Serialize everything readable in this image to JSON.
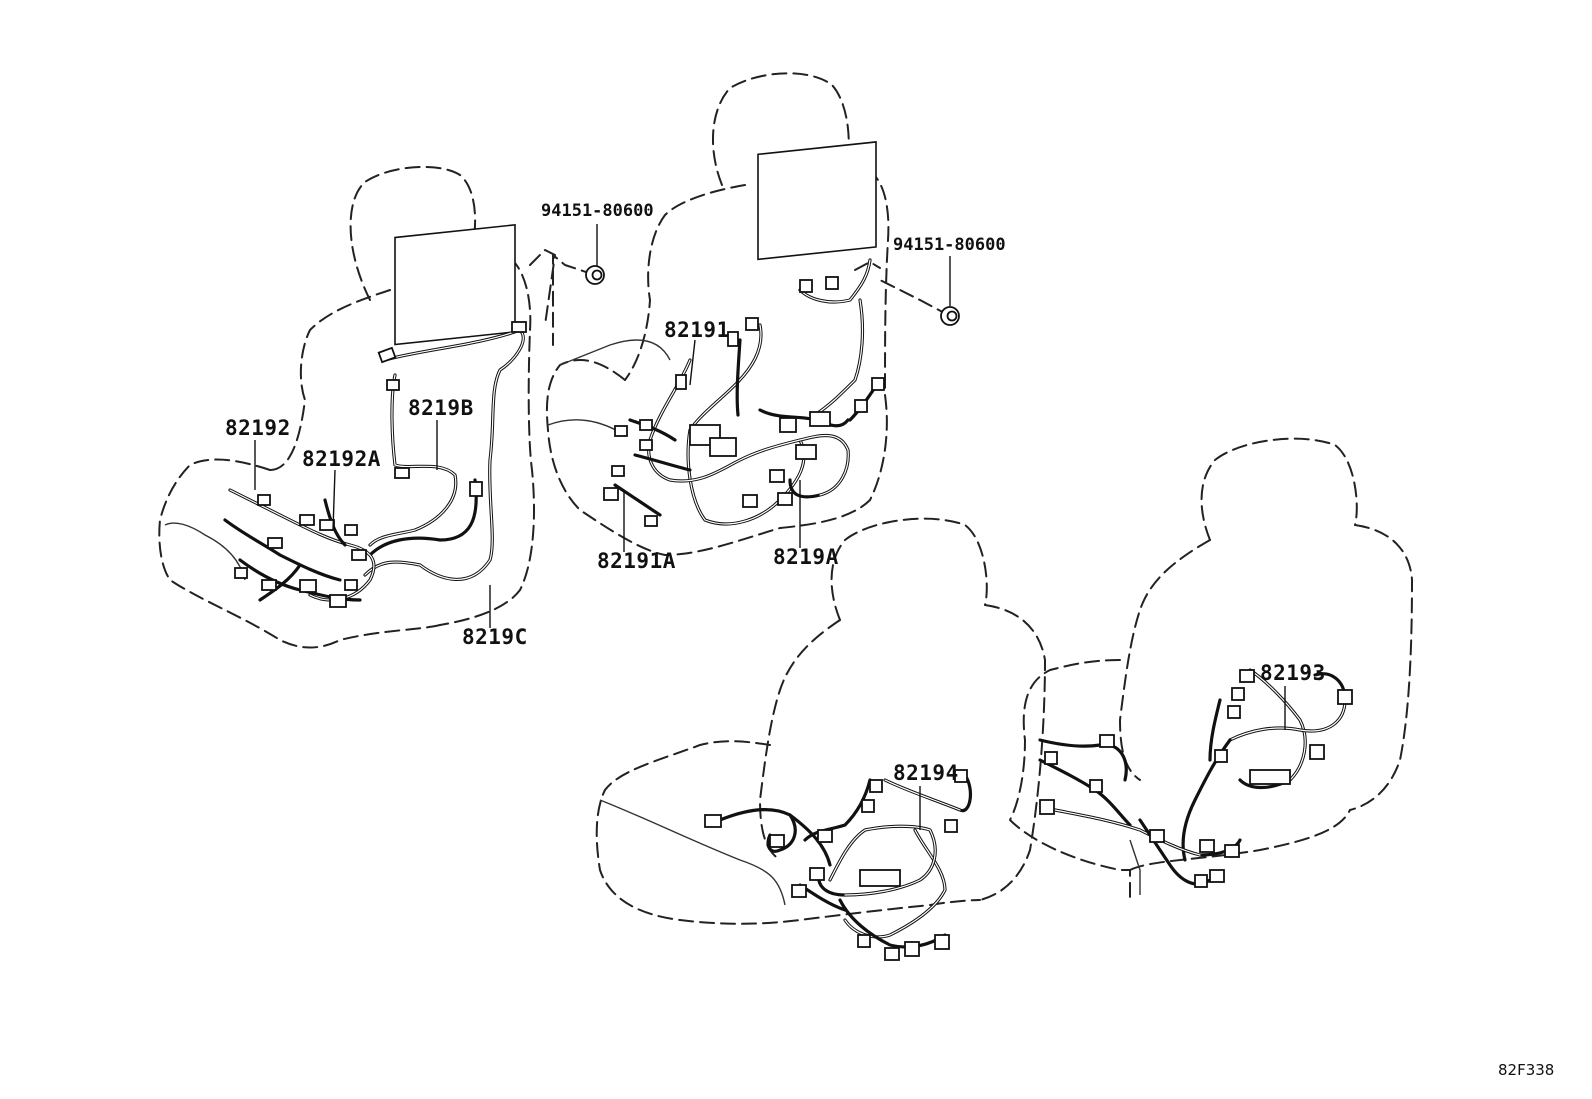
{
  "labels": {
    "p82192": "82192",
    "p82192A": "82192A",
    "p8219B": "8219B",
    "p8219C": "8219C",
    "p82191": "82191",
    "p82191A": "82191A",
    "p8219A": "8219A",
    "p94151_left": "94151-80600",
    "p94151_right": "94151-80600",
    "p82193": "82193",
    "p82194": "82194"
  },
  "reference_code": "82F338"
}
